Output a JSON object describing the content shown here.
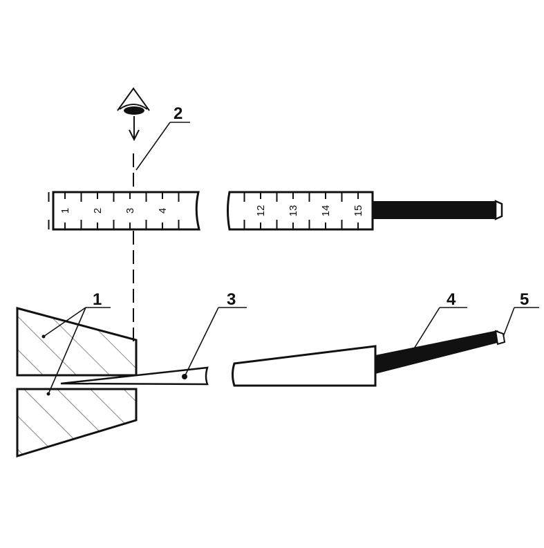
{
  "colors": {
    "ink": "#111111",
    "background": "#ffffff",
    "hatch": "#333333"
  },
  "scale_left": [
    "1",
    "2",
    "3",
    "4"
  ],
  "scale_right": [
    "12",
    "13",
    "14",
    "15"
  ],
  "callouts": [
    {
      "id": "1",
      "label": "1"
    },
    {
      "id": "2",
      "label": "2"
    },
    {
      "id": "3",
      "label": "3"
    },
    {
      "id": "4",
      "label": "4"
    },
    {
      "id": "5",
      "label": "5"
    }
  ],
  "icons": {
    "observer": "eye-icon",
    "direction": "arrow-down-icon"
  }
}
